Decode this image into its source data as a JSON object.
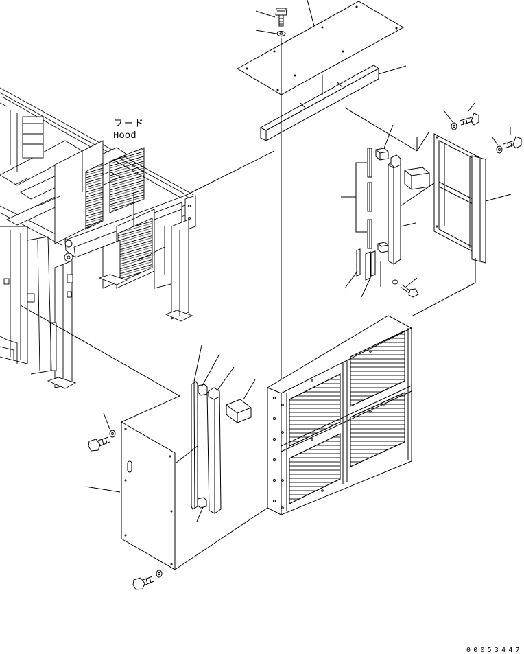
{
  "labels": {
    "hood_jp": "フード",
    "hood_en": "Hood",
    "figure_number": "00053447"
  }
}
